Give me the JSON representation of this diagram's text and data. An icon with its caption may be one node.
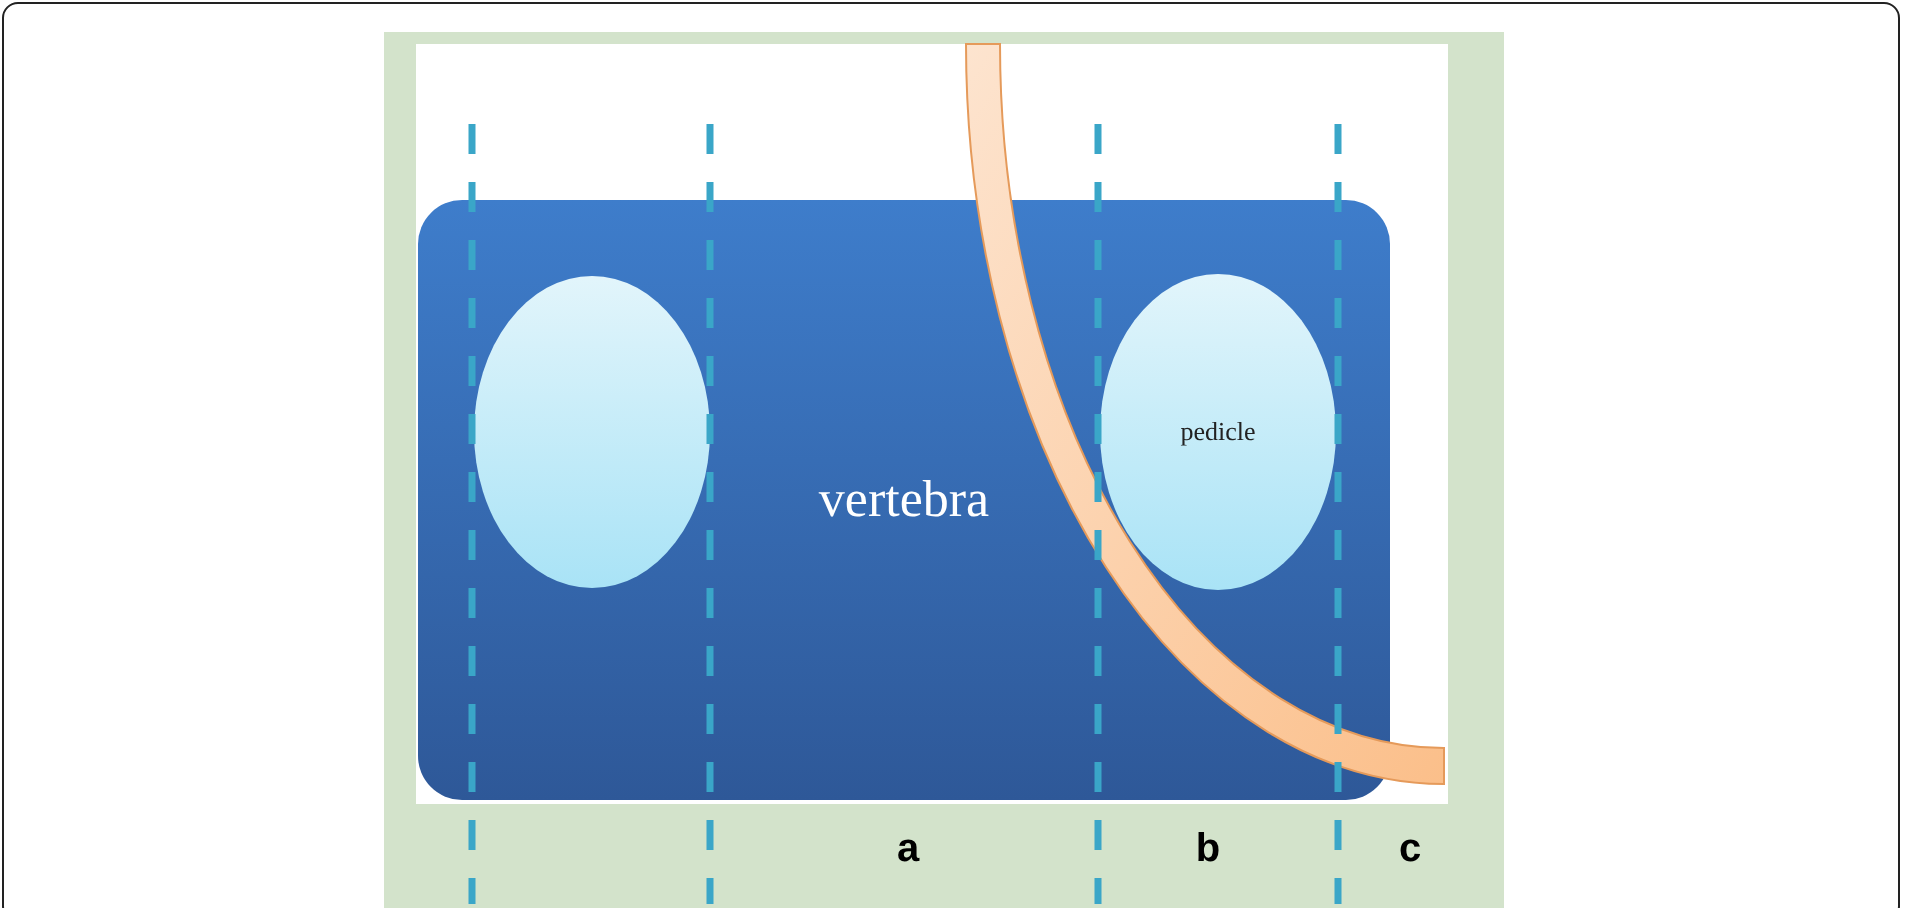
{
  "diagram": {
    "nodes": [
      {
        "text": [
          "vertebra"
        ]
      },
      {
        "text": [],
        "shape": "ellipse",
        "in": 0
      },
      {
        "text": [
          "pedicle"
        ],
        "in": 0
      }
    ],
    "labels": [
      "a",
      "b",
      "c"
    ]
  }
}
